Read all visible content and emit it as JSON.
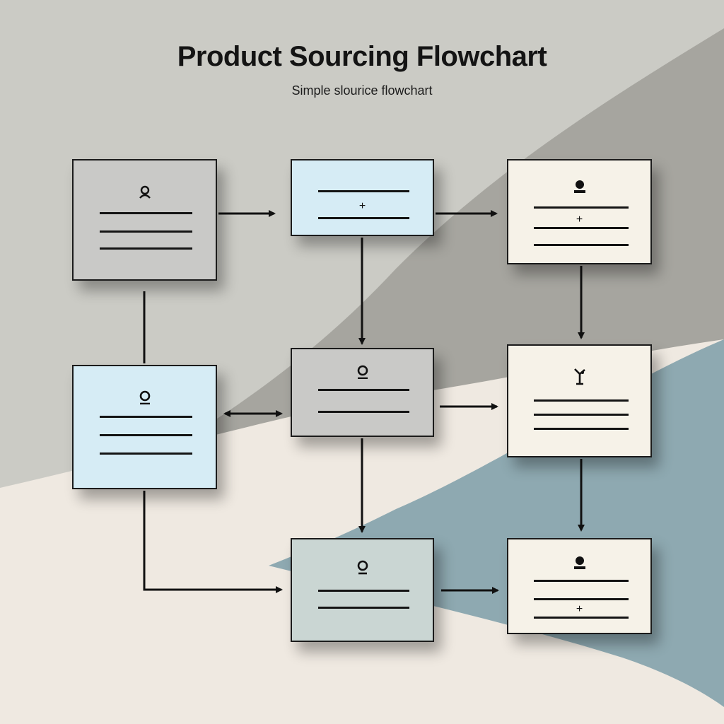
{
  "header": {
    "title": "Product Sourcing Flowchart",
    "subtitle": "Simple slourice flowchart"
  },
  "colors": {
    "grey": "#c9c9c7",
    "blue": "#d6ecf5",
    "cream": "#f6f2e8",
    "sage": "#cad6d3",
    "ink": "#141414"
  },
  "nodes": [
    {
      "id": "n1",
      "icon": "person-icon"
    },
    {
      "id": "n2",
      "icon": "plus-mark"
    },
    {
      "id": "n3",
      "icon": "person-icon"
    },
    {
      "id": "n4",
      "icon": "person-icon"
    },
    {
      "id": "n5",
      "icon": "person-icon"
    },
    {
      "id": "n6",
      "icon": "figure-icon"
    },
    {
      "id": "n7",
      "icon": "person-icon"
    },
    {
      "id": "n8",
      "icon": "person-icon"
    }
  ],
  "marks": {
    "plus": "+"
  }
}
